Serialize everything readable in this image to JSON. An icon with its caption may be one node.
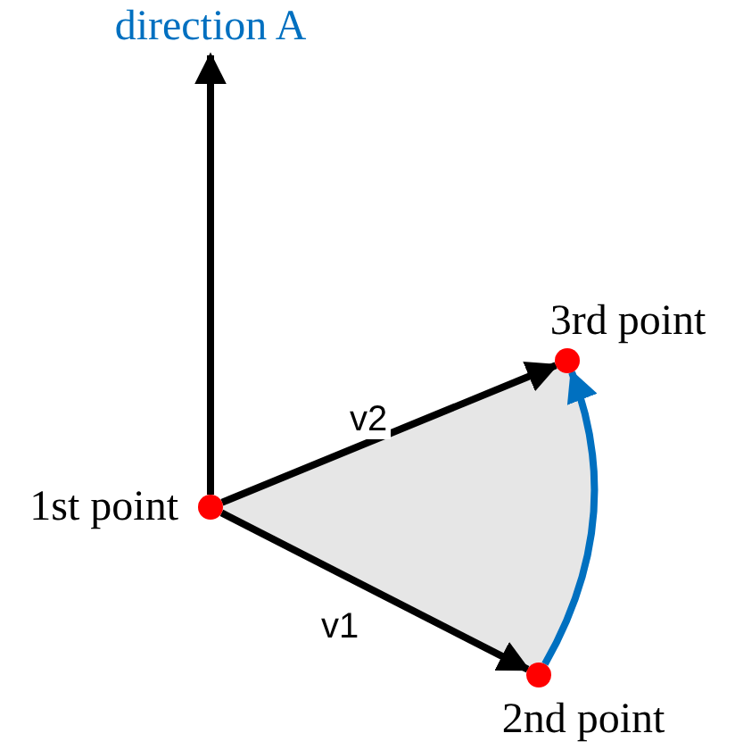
{
  "diagram": {
    "nodes": [
      {
        "text": [],
        "shape": "circle",
        "beside": [
          "1st point"
        ]
      },
      {
        "text": [],
        "shape": "circle",
        "beside": [
          "2nd point"
        ]
      },
      {
        "text": [],
        "shape": "circle",
        "beside": [
          "3rd point"
        ]
      },
      {
        "text": [
          "direction A"
        ]
      }
    ],
    "edges": [
      {
        "from": 0,
        "to": 3,
        "arrow": "to"
      },
      {
        "from": 0,
        "to": 2,
        "arrow": "to",
        "label": "v2"
      },
      {
        "from": 0,
        "to": 1,
        "arrow": "to",
        "label": "v1"
      },
      {
        "from": 1,
        "to": 2,
        "arrow": "to",
        "color": "#0070c0"
      }
    ]
  }
}
